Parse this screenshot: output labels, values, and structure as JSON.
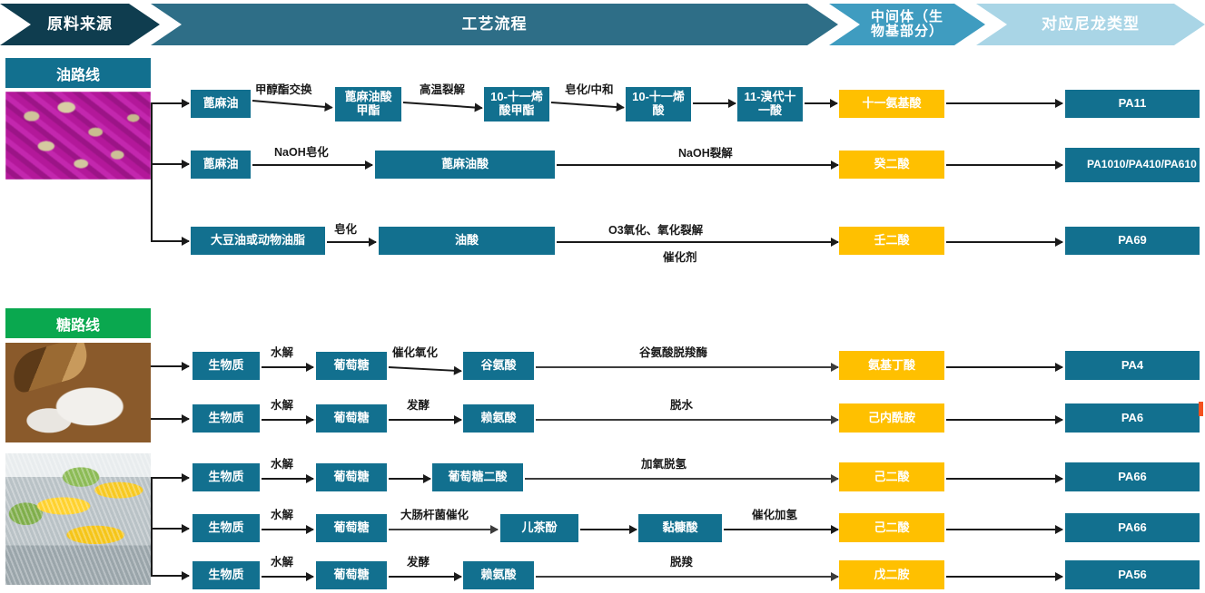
{
  "header": {
    "segments": [
      {
        "label": "原料来源",
        "color": "#0f3d4f"
      },
      {
        "label": "工艺流程",
        "color": "#2e6e87"
      },
      {
        "label": "中间体（生物基部分）",
        "color": "#3f9cc0"
      },
      {
        "label": "对应尼龙类型",
        "color": "#a9d5e6"
      }
    ]
  },
  "routes": {
    "oil": {
      "label": "油路线",
      "color": "#12708f"
    },
    "sugar": {
      "label": "糖路线",
      "color": "#0aa84f"
    }
  },
  "photos": [
    {
      "name": "castor-beans-photo",
      "alt": "蓖麻籽"
    },
    {
      "name": "soybeans-photo",
      "alt": "大豆"
    },
    {
      "name": "starch-photo",
      "alt": "淀粉"
    },
    {
      "name": "corn-photo",
      "alt": "玉米"
    }
  ],
  "colors": {
    "blue_box": "#12708f",
    "amber_box": "#FFC000",
    "green_tag": "#0aa84f",
    "arrow": "#1a1a1a",
    "accent_orange": "#F4511E"
  },
  "rows": [
    {
      "id": "row-1",
      "route": "oil",
      "boxes": [
        "蓖麻油",
        "蓖麻油酸甲酯",
        "10-十一烯酸甲酯",
        "10-十一烯酸",
        "11-溴代十一酸"
      ],
      "intermediate": "十一氨基酸",
      "nylon": "PA11",
      "edge_labels": [
        "甲醇酯交换",
        "高温裂解",
        "皂化/中和"
      ]
    },
    {
      "id": "row-2",
      "route": "oil",
      "boxes": [
        "蓖麻油",
        "蓖麻油酸"
      ],
      "intermediate": "癸二酸",
      "nylon": "PA1010/PA410/PA610",
      "edge_labels": [
        "NaOH皂化",
        "NaOH裂解"
      ]
    },
    {
      "id": "row-3",
      "route": "oil",
      "boxes": [
        "大豆油或动物油脂",
        "油酸"
      ],
      "intermediate": "壬二酸",
      "nylon": "PA69",
      "edge_labels": [
        "皂化",
        "O3氧化、氧化裂解",
        "催化剂"
      ]
    },
    {
      "id": "row-4",
      "route": "sugar",
      "boxes": [
        "生物质",
        "葡萄糖",
        "谷氨酸"
      ],
      "intermediate": "氨基丁酸",
      "nylon": "PA4",
      "edge_labels": [
        "水解",
        "催化氧化",
        "谷氨酸脱羧酶"
      ]
    },
    {
      "id": "row-5",
      "route": "sugar",
      "boxes": [
        "生物质",
        "葡萄糖",
        "赖氨酸"
      ],
      "intermediate": "己内酰胺",
      "nylon": "PA6",
      "edge_labels": [
        "水解",
        "发酵",
        "脱水"
      ]
    },
    {
      "id": "row-6",
      "route": "sugar",
      "boxes": [
        "生物质",
        "葡萄糖",
        "葡萄糖二酸"
      ],
      "intermediate": "己二酸",
      "nylon": "PA66",
      "edge_labels": [
        "水解",
        "加氧脱氢"
      ]
    },
    {
      "id": "row-7",
      "route": "sugar",
      "boxes": [
        "生物质",
        "葡萄糖",
        "儿茶酚",
        "黏糠酸"
      ],
      "intermediate": "己二酸",
      "nylon": "PA66",
      "edge_labels": [
        "水解",
        "大肠杆菌催化",
        "催化加氢"
      ]
    },
    {
      "id": "row-8",
      "route": "sugar",
      "boxes": [
        "生物质",
        "葡萄糖",
        "赖氨酸"
      ],
      "intermediate": "戊二胺",
      "nylon": "PA56",
      "edge_labels": [
        "水解",
        "发酵",
        "脱羧"
      ]
    }
  ]
}
